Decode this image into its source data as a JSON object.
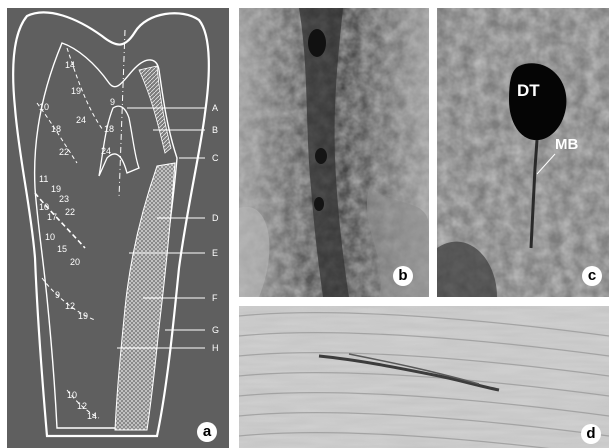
{
  "panels": {
    "a": {
      "letter": "a",
      "structure_labels": [
        "A",
        "B",
        "C",
        "D",
        "E",
        "F",
        "G",
        "H"
      ],
      "numbers": {
        "n14_top": "14",
        "n19_top": "19",
        "n9_top": "9",
        "n18_mid": "18",
        "n24_a": "24",
        "n24_b": "24",
        "n10_a": "10",
        "n18_left": "18",
        "n22_a": "22",
        "n11": "11",
        "n19_b": "19",
        "n23": "23",
        "n10_b": "10",
        "n17": "17",
        "n22_b": "22",
        "n10_c": "10",
        "n15": "15",
        "n20": "20",
        "n9_b": "9",
        "n12_a": "12",
        "n19_c": "19",
        "n10_d": "10",
        "n12_b": "12",
        "n14_b": "14"
      }
    },
    "b": {
      "letter": "b"
    },
    "c": {
      "letter": "c",
      "labels": {
        "dt": "DT",
        "mb": "MB"
      }
    },
    "d": {
      "letter": "d"
    }
  },
  "colors": {
    "background_a": "#5f5f5f",
    "outline": "#ffffff"
  }
}
